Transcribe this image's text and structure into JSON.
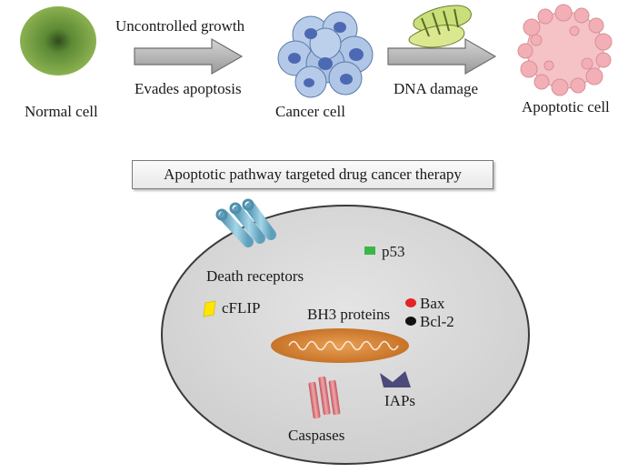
{
  "top_flow": {
    "normal_cell_label": "Normal cell",
    "arrow1_top_label": "Uncontrolled growth",
    "arrow1_bottom_label": "Evades apoptosis",
    "cancer_cell_label": "Cancer cell",
    "arrow2_bottom_label": "DNA damage",
    "apoptotic_cell_label": "Apoptotic cell"
  },
  "therapy_title": "Apoptotic pathway targeted drug cancer therapy",
  "cell_components": {
    "death_receptors": "Death receptors",
    "p53": "p53",
    "cflip": "cFLIP",
    "bh3_proteins": "BH3 proteins",
    "bax": "Bax",
    "bcl2": "Bcl-2",
    "iaps": "IAPs",
    "caspases": "Caspases"
  },
  "colors": {
    "normal_cell": "#6f9a3a",
    "cancer_cell": "#a9c3e8",
    "apoptotic_cell": "#f2b5bb",
    "big_cell": "#d9d9d9",
    "mitochondrion": "#d9863a",
    "p53": "#3cb54a",
    "cflip": "#ffe600",
    "bax": "#e32326",
    "bcl2": "#111111",
    "iaps": "#4b4a7a",
    "caspases": "#e58a8e",
    "death_receptors": "#7fbdd3"
  }
}
